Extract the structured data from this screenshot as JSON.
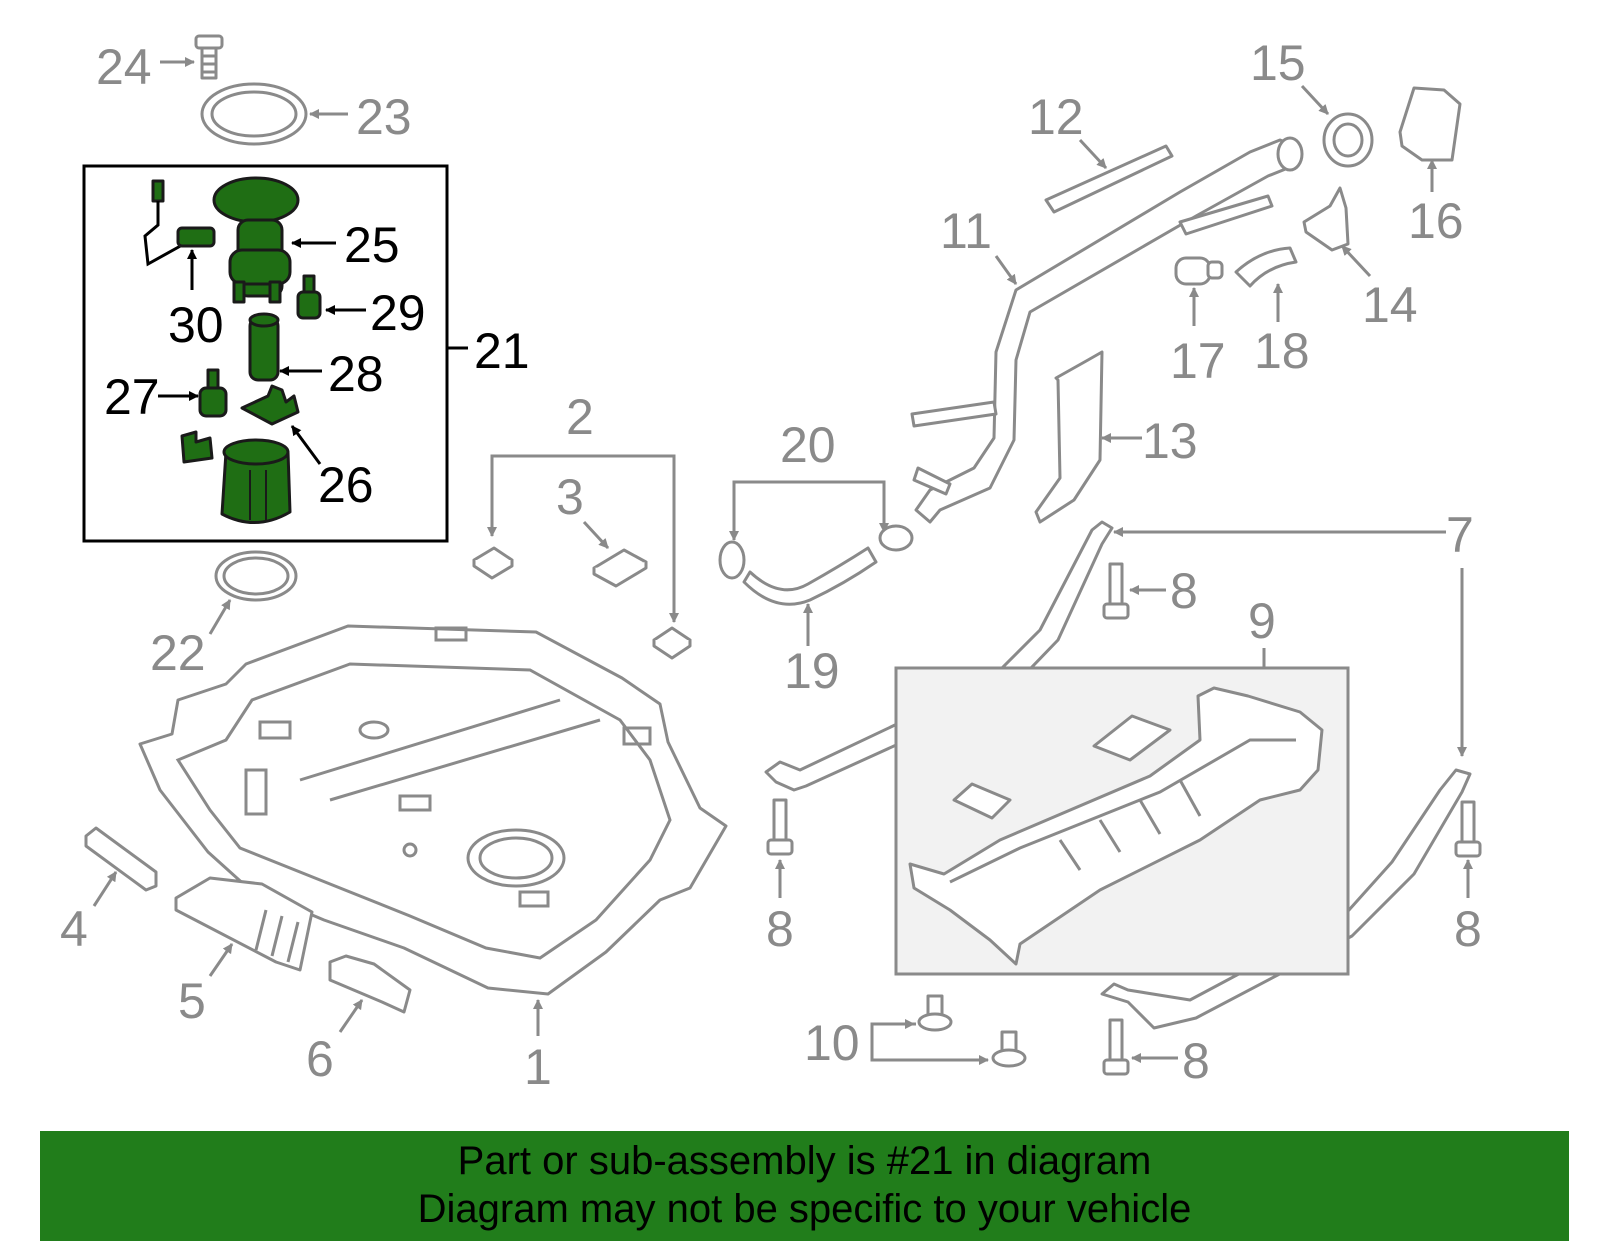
{
  "colors": {
    "highlight_fill": "#1f6e14",
    "banner_bg": "#217d1b",
    "part_outline": "#8a8a8a",
    "box_outline": "#000000"
  },
  "callouts": {
    "n1": "1",
    "n2": "2",
    "n3": "3",
    "n4": "4",
    "n5": "5",
    "n6": "6",
    "n7": "7",
    "n8a": "8",
    "n8b": "8",
    "n8c": "8",
    "n8d": "8",
    "n9": "9",
    "n10": "10",
    "n11": "11",
    "n12": "12",
    "n13": "13",
    "n14": "14",
    "n15": "15",
    "n16": "16",
    "n17": "17",
    "n18": "18",
    "n19": "19",
    "n20": "20",
    "n21": "21",
    "n22": "22",
    "n23": "23",
    "n24": "24",
    "n25": "25",
    "n26": "26",
    "n27": "27",
    "n28": "28",
    "n29": "29",
    "n30": "30"
  },
  "banner": {
    "line1": "Part or sub-assembly is #21 in diagram",
    "line2": "Diagram may not be specific to your vehicle"
  }
}
